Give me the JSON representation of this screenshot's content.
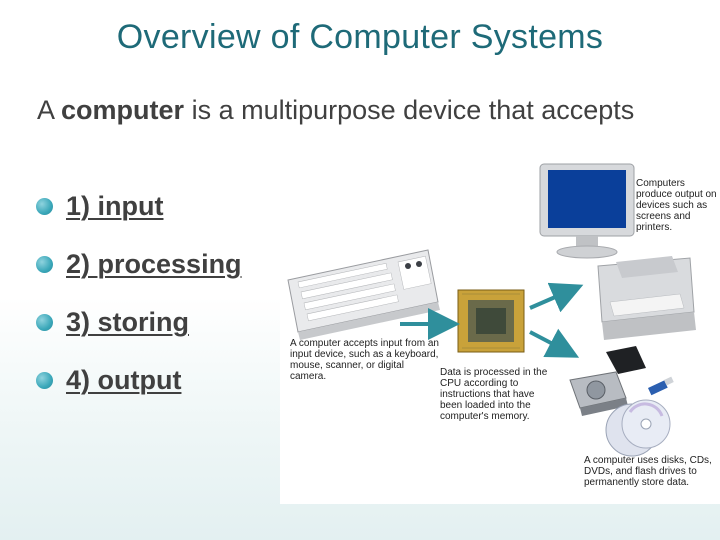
{
  "slide": {
    "title": "Overview of Computer Systems",
    "intro_prefix": "A ",
    "intro_bold": "computer",
    "intro_suffix": " is a multipurpose device that accepts",
    "bullets": [
      "1) input",
      "2) processing",
      "3) storing",
      "4) output"
    ]
  },
  "figure": {
    "caption_input": "A computer accepts input from an input device, such as a keyboard, mouse, scanner, or digital camera.",
    "caption_processing": "Data is processed in the CPU according to instructions that have been loaded into the computer's memory.",
    "caption_output": "Computers produce output on devices such as screens and printers.",
    "caption_storage": "A computer uses disks, CDs, DVDs, and flash drives to permanently store data."
  },
  "colors": {
    "title": "#1e6a78",
    "bullet": "#3aa7b9",
    "arrow": "#2f8f9c",
    "screen": "#0a3f9a"
  }
}
